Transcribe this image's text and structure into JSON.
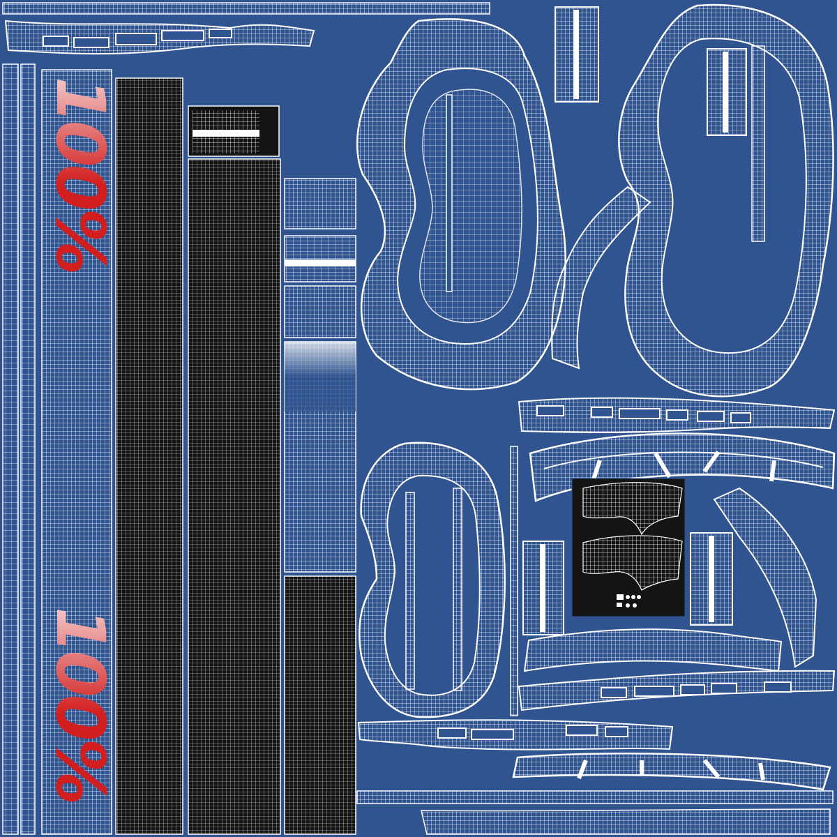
{
  "texture": {
    "background_color": "#2f5490",
    "wire_color": "#ffffff",
    "dark_panel_color": "#141414",
    "logo_red": "#d21e1e",
    "logo_pink": "#f4c8c8"
  },
  "logos": [
    {
      "text": "100%",
      "rotation": "vertical"
    },
    {
      "text": "100%",
      "rotation": "vertical"
    }
  ],
  "islands": {
    "goggle_frames": 3,
    "strap_strips": 4,
    "lens_thumbnail": 1
  }
}
